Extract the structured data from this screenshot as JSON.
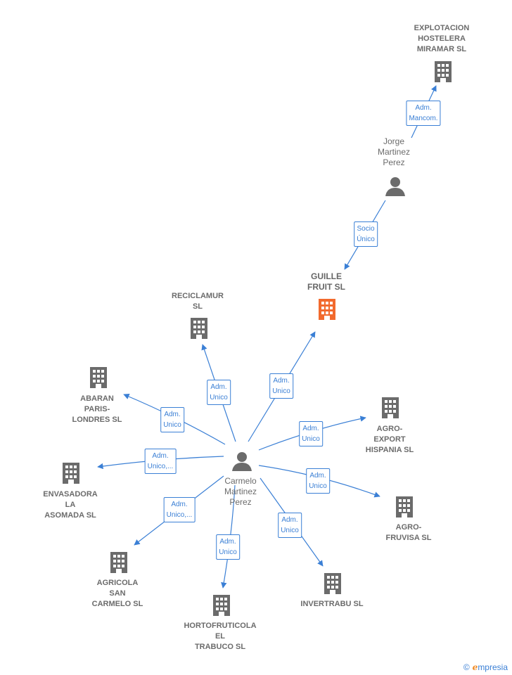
{
  "nodes": {
    "explotacion": {
      "label": "EXPLOTACION\nHOSTELERA\nMIRAMAR SL",
      "icon": "building-icon"
    },
    "jorge": {
      "label": "Jorge\nMartinez\nPerez",
      "icon": "person-icon"
    },
    "guille": {
      "label": "GUILLE\nFRUIT  SL",
      "icon": "building-icon",
      "color": "#f26a2e"
    },
    "reciclamur": {
      "label": "RECICLAMUR\nSL",
      "icon": "building-icon"
    },
    "abaran": {
      "label": "ABARAN\nPARIS-\nLONDRES SL",
      "icon": "building-icon"
    },
    "envasadora": {
      "label": "ENVASADORA\nLA\nASOMADA SL",
      "icon": "building-icon"
    },
    "agricola": {
      "label": "AGRICOLA\nSAN\nCARMELO  SL",
      "icon": "building-icon"
    },
    "hortofruticola": {
      "label": "HORTOFRUTICOLA\nEL\nTRABUCO SL",
      "icon": "building-icon"
    },
    "invertrabu": {
      "label": "INVERTRABU SL",
      "icon": "building-icon"
    },
    "agrofruvisa": {
      "label": "AGRO-\nFRUVISA  SL",
      "icon": "building-icon"
    },
    "agroexport": {
      "label": "AGRO-\nEXPORT\nHISPANIA SL",
      "icon": "building-icon"
    },
    "carmelo": {
      "label": "Carmelo\nMartinez\nPerez",
      "icon": "person-icon"
    }
  },
  "edges": {
    "jorge_explotacion": "Adm.\nMancom.",
    "jorge_guille": "Socio\nÚnico",
    "carmelo_guille": "Adm.\nUnico",
    "carmelo_reciclamur": "Adm.\nUnico",
    "carmelo_abaran": "Adm.\nUnico",
    "carmelo_envasadora": "Adm.\nUnico,...",
    "carmelo_agricola": "Adm.\nUnico,...",
    "carmelo_hortofruticola": "Adm.\nUnico",
    "carmelo_invertrabu": "Adm.\nUnico",
    "carmelo_agrofruvisa": "Adm.\nUnico",
    "carmelo_agroexport": "Adm.\nUnico"
  },
  "colors": {
    "edge": "#3a7fd5",
    "building": "#6b6b6b",
    "highlight": "#f26a2e"
  },
  "footer": {
    "copyright": "©",
    "brand_initial": "e",
    "brand_rest": "mpresia"
  }
}
